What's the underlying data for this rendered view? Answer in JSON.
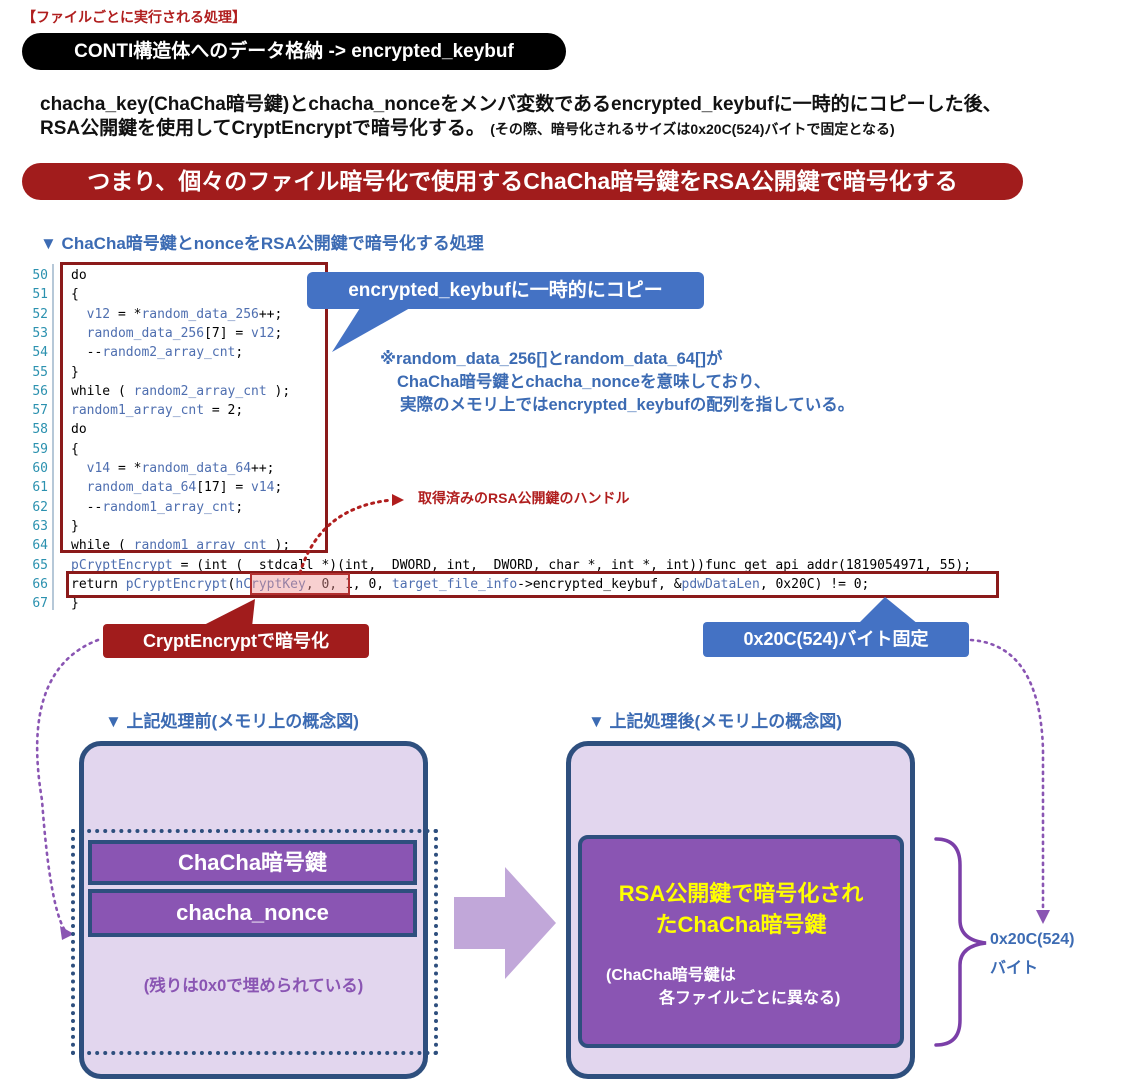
{
  "header": {
    "section_label": "【ファイルごとに実行される処理】",
    "title_pill": "CONTI構造体へのデータ格納 -> encrypted_keybuf",
    "desc_line1": "chacha_key(ChaCha暗号鍵)とchacha_nonceをメンバ変数であるencrypted_keybufに一時的にコピーした後、",
    "desc_line2_main": "RSA公開鍵を使用してCryptEncryptで暗号化する。",
    "desc_line2_note": "(その際、暗号化されるサイズは0x20C(524)バイトで固定となる)",
    "summary_pill": "つまり、個々のファイル暗号化で使用するChaCha暗号鍵をRSA公開鍵で暗号化する"
  },
  "code_section": {
    "heading": "▼ ChaCha暗号鍵とnonceをRSA公開鍵で暗号化する処理",
    "lines": [
      {
        "num": "50",
        "segs": [
          {
            "t": "do",
            "c": ""
          }
        ]
      },
      {
        "num": "51",
        "segs": [
          {
            "t": "{",
            "c": ""
          }
        ]
      },
      {
        "num": "52",
        "segs": [
          {
            "t": "  v12",
            "c": "v"
          },
          {
            "t": " = *",
            "c": ""
          },
          {
            "t": "random_data_256",
            "c": "v"
          },
          {
            "t": "++;",
            "c": ""
          }
        ]
      },
      {
        "num": "53",
        "segs": [
          {
            "t": "  random_data_256",
            "c": "v"
          },
          {
            "t": "[7] = ",
            "c": ""
          },
          {
            "t": "v12",
            "c": "v"
          },
          {
            "t": ";",
            "c": ""
          }
        ]
      },
      {
        "num": "54",
        "segs": [
          {
            "t": "  --",
            "c": ""
          },
          {
            "t": "random2_array_cnt",
            "c": "v"
          },
          {
            "t": ";",
            "c": ""
          }
        ]
      },
      {
        "num": "55",
        "segs": [
          {
            "t": "}",
            "c": ""
          }
        ]
      },
      {
        "num": "56",
        "segs": [
          {
            "t": "while ( ",
            "c": ""
          },
          {
            "t": "random2_array_cnt",
            "c": "v"
          },
          {
            "t": " );",
            "c": ""
          }
        ]
      },
      {
        "num": "57",
        "segs": [
          {
            "t": "random1_array_cnt",
            "c": "v"
          },
          {
            "t": " = 2;",
            "c": ""
          }
        ]
      },
      {
        "num": "58",
        "segs": [
          {
            "t": "do",
            "c": ""
          }
        ]
      },
      {
        "num": "59",
        "segs": [
          {
            "t": "{",
            "c": ""
          }
        ]
      },
      {
        "num": "60",
        "segs": [
          {
            "t": "  v14",
            "c": "v"
          },
          {
            "t": " = *",
            "c": ""
          },
          {
            "t": "random_data_64",
            "c": "v"
          },
          {
            "t": "++;",
            "c": ""
          }
        ]
      },
      {
        "num": "61",
        "segs": [
          {
            "t": "  random_data_64",
            "c": "v"
          },
          {
            "t": "[17] = ",
            "c": ""
          },
          {
            "t": "v14",
            "c": "v"
          },
          {
            "t": ";",
            "c": ""
          }
        ]
      },
      {
        "num": "62",
        "segs": [
          {
            "t": "  --",
            "c": ""
          },
          {
            "t": "random1_array_cnt",
            "c": "v"
          },
          {
            "t": ";",
            "c": ""
          }
        ]
      },
      {
        "num": "63",
        "segs": [
          {
            "t": "}",
            "c": ""
          }
        ]
      },
      {
        "num": "64",
        "segs": [
          {
            "t": "while ( ",
            "c": ""
          },
          {
            "t": "random1_array_cnt",
            "c": "v"
          },
          {
            "t": " );",
            "c": ""
          }
        ]
      },
      {
        "num": "65",
        "segs": [
          {
            "t": "pCryptEncrypt",
            "c": "v"
          },
          {
            "t": " = (int (__stdcall *)(int,  DWORD, int,  DWORD, char *, int *, int))func_get_api_addr(1819054971, 55);",
            "c": ""
          }
        ]
      },
      {
        "num": "66",
        "segs": [
          {
            "t": "return ",
            "c": ""
          },
          {
            "t": "pCryptEncrypt",
            "c": "v"
          },
          {
            "t": "(",
            "c": ""
          },
          {
            "t": "hCryptKey",
            "c": "v"
          },
          {
            "t": ", 0, 1, 0, ",
            "c": ""
          },
          {
            "t": "target_file_info",
            "c": "v"
          },
          {
            "t": "->encrypted_keybuf, &",
            "c": ""
          },
          {
            "t": "pdwDataLen",
            "c": "v"
          },
          {
            "t": ", 0x20C) != 0;",
            "c": ""
          }
        ]
      },
      {
        "num": "67",
        "segs": [
          {
            "t": "}",
            "c": ""
          }
        ]
      }
    ],
    "callout_copy": "encrypted_keybufに一時的にコピー",
    "note_line1": "※random_data_256[]とrandom_data_64[]が",
    "note_line2": "ChaCha暗号鍵とchacha_nonceを意味しており、",
    "note_line3": "実際のメモリ上ではencrypted_keybufの配列を指している。",
    "rsa_handle_note": "取得済みのRSA公開鍵のハンドル",
    "crypt_label": "CryptEncryptで暗号化",
    "size_label": "0x20C(524)バイト固定"
  },
  "memory": {
    "before_heading": "▼ 上記処理前(メモリ上の概念図)",
    "after_heading": "▼ 上記処理後(メモリ上の概念図)",
    "before_key": "ChaCha暗号鍵",
    "before_nonce": "chacha_nonce",
    "before_rest": "(残りは0x0で埋められている)",
    "after_title_line1": "RSA公開鍵で暗号化され",
    "after_title_line2": "たChaCha暗号鍵",
    "after_note_line1": "(ChaCha暗号鍵は",
    "after_note_line2": "各ファイルごとに異なる)",
    "size_line1": "0x20C(524)",
    "size_line2": "バイト"
  },
  "colors": {
    "dark_red": "#a11c1c",
    "blue": "#4472c4",
    "purple": "#8a55b3",
    "navy": "#2e4f7e",
    "lavender": "#e2d6ee"
  }
}
